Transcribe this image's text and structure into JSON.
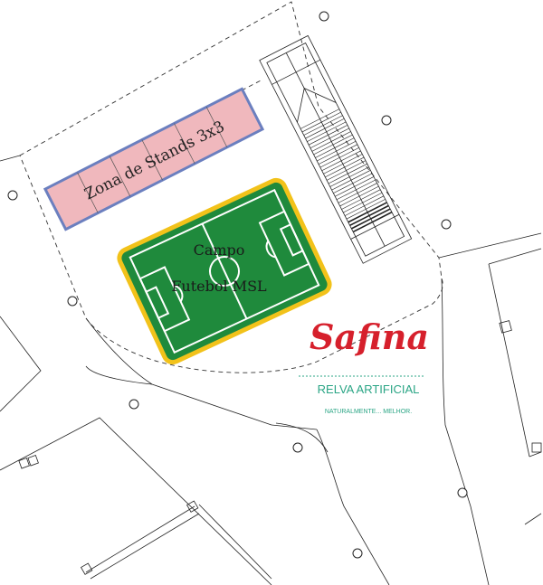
{
  "plan": {
    "stands_zone": {
      "label": "Zona de Stands 3x3",
      "fill_color": "#f0b8bd",
      "border_color": "#6b7fbf"
    },
    "football_field": {
      "label_line1": "Campo",
      "label_line2": "Futebol MSL",
      "pitch_color": "#1f8a3c",
      "border_color": "#f2c21a"
    }
  },
  "brand": {
    "logo_text": "Safina",
    "logo_color": "#d6202c",
    "subtitle": "RELVA ARTIFICIAL",
    "tagline": "NATURALMENTE... MELHOR.",
    "accent_color": "#2aa585"
  }
}
